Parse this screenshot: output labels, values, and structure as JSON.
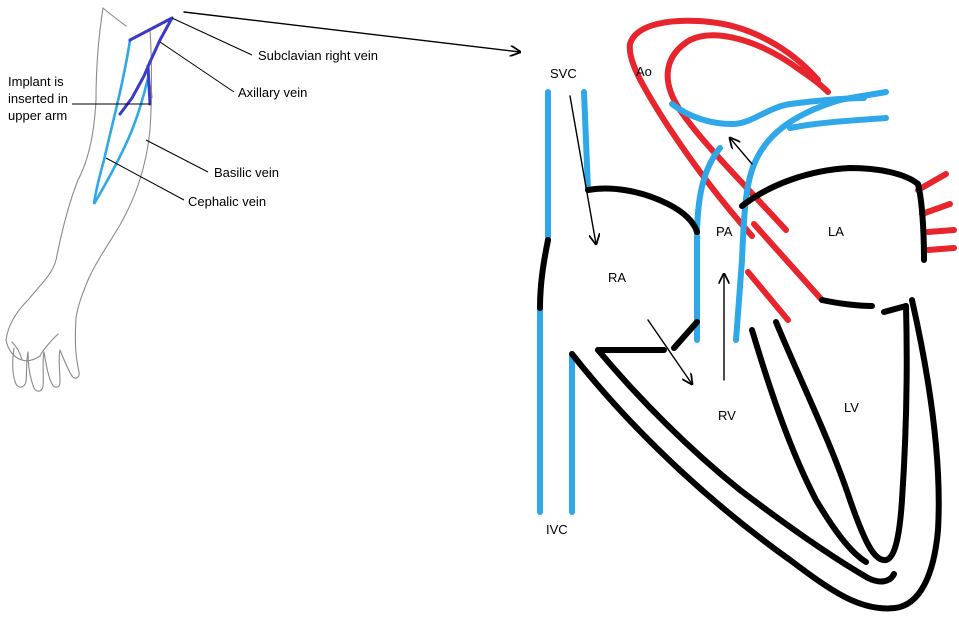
{
  "arm_labels": {
    "implant_line1": "Implant is",
    "implant_line2": "inserted in",
    "implant_line3": "upper arm",
    "subclavian": "Subclavian right vein",
    "axillary": "Axillary vein",
    "basilic": "Basilic vein",
    "cephalic": "Cephalic vein"
  },
  "heart_labels": {
    "svc": "SVC",
    "ao": "Ao",
    "pa": "PA",
    "la": "LA",
    "ra": "RA",
    "rv": "RV",
    "lv": "LV",
    "ivc": "IVC"
  },
  "colors": {
    "deoxygenated": "#2ea8e8",
    "oxygenated": "#e8242c",
    "implant_path": "#3b3bc8",
    "outline": "#000000"
  }
}
